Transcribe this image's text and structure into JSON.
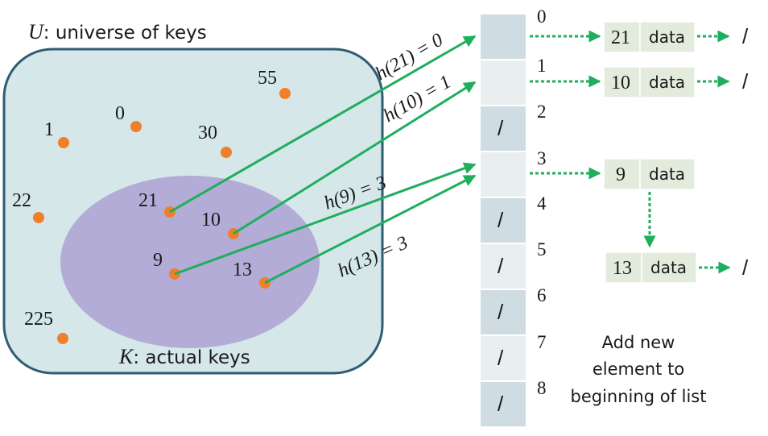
{
  "universe": {
    "var": "U",
    "text": ": universe of keys"
  },
  "actual": {
    "var": "K",
    "text": ": actual keys"
  },
  "keys": [
    {
      "label": "55"
    },
    {
      "label": "0"
    },
    {
      "label": "1"
    },
    {
      "label": "30"
    },
    {
      "label": "22"
    },
    {
      "label": "21"
    },
    {
      "label": "10"
    },
    {
      "label": "9"
    },
    {
      "label": "13"
    },
    {
      "label": "225"
    }
  ],
  "slots": [
    {
      "index": "0",
      "nil": ""
    },
    {
      "index": "1",
      "nil": ""
    },
    {
      "index": "2",
      "nil": "/"
    },
    {
      "index": "3",
      "nil": ""
    },
    {
      "index": "4",
      "nil": "/"
    },
    {
      "index": "5",
      "nil": "/"
    },
    {
      "index": "6",
      "nil": "/"
    },
    {
      "index": "7",
      "nil": "/"
    },
    {
      "index": "8",
      "nil": "/"
    }
  ],
  "hashes": [
    {
      "text": "h(21) = 0"
    },
    {
      "text": "h(10) = 1"
    },
    {
      "text": "h(9) = 3"
    },
    {
      "text": "h(13) = 3"
    }
  ],
  "nodes": [
    {
      "key": "21",
      "data": "data",
      "end": "/"
    },
    {
      "key": "10",
      "data": "data",
      "end": "/"
    },
    {
      "key": "9",
      "data": "data",
      "end": ""
    },
    {
      "key": "13",
      "data": "data",
      "end": "/"
    }
  ],
  "note": [
    "Add new",
    "element to",
    "beginning of list"
  ],
  "colors": {
    "universe_fill": "#d6e7ea",
    "universe_stroke": "#2e5d72",
    "actual_fill": "#b3acd6",
    "key_dot": "#f07f2c",
    "arrow": "#1fae5e",
    "slot_dark": "#cfdce1",
    "slot_light": "#e9eff1",
    "node_fill": "#e3ebdc"
  }
}
